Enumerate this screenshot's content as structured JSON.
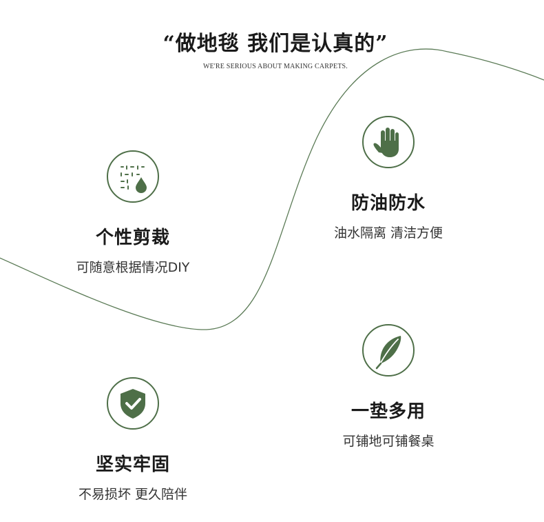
{
  "header": {
    "title": "“做地毯 我们是认真的”",
    "subtitle": "WE'RE SERIOUS ABOUT MAKING CARPETS."
  },
  "colors": {
    "accent": "#4e6f48",
    "curve": "#5a7a55"
  },
  "features": [
    {
      "icon": "rain-drop-icon",
      "title": "个性剪裁",
      "desc": "可随意根据情况DIY"
    },
    {
      "icon": "hand-icon",
      "title": "防油防水",
      "desc": "油水隔离 清洁方便"
    },
    {
      "icon": "shield-check-icon",
      "title": "坚实牢固",
      "desc": "不易损坏 更久陪伴"
    },
    {
      "icon": "feather-icon",
      "title": "一垫多用",
      "desc": "可铺地可铺餐桌"
    }
  ]
}
